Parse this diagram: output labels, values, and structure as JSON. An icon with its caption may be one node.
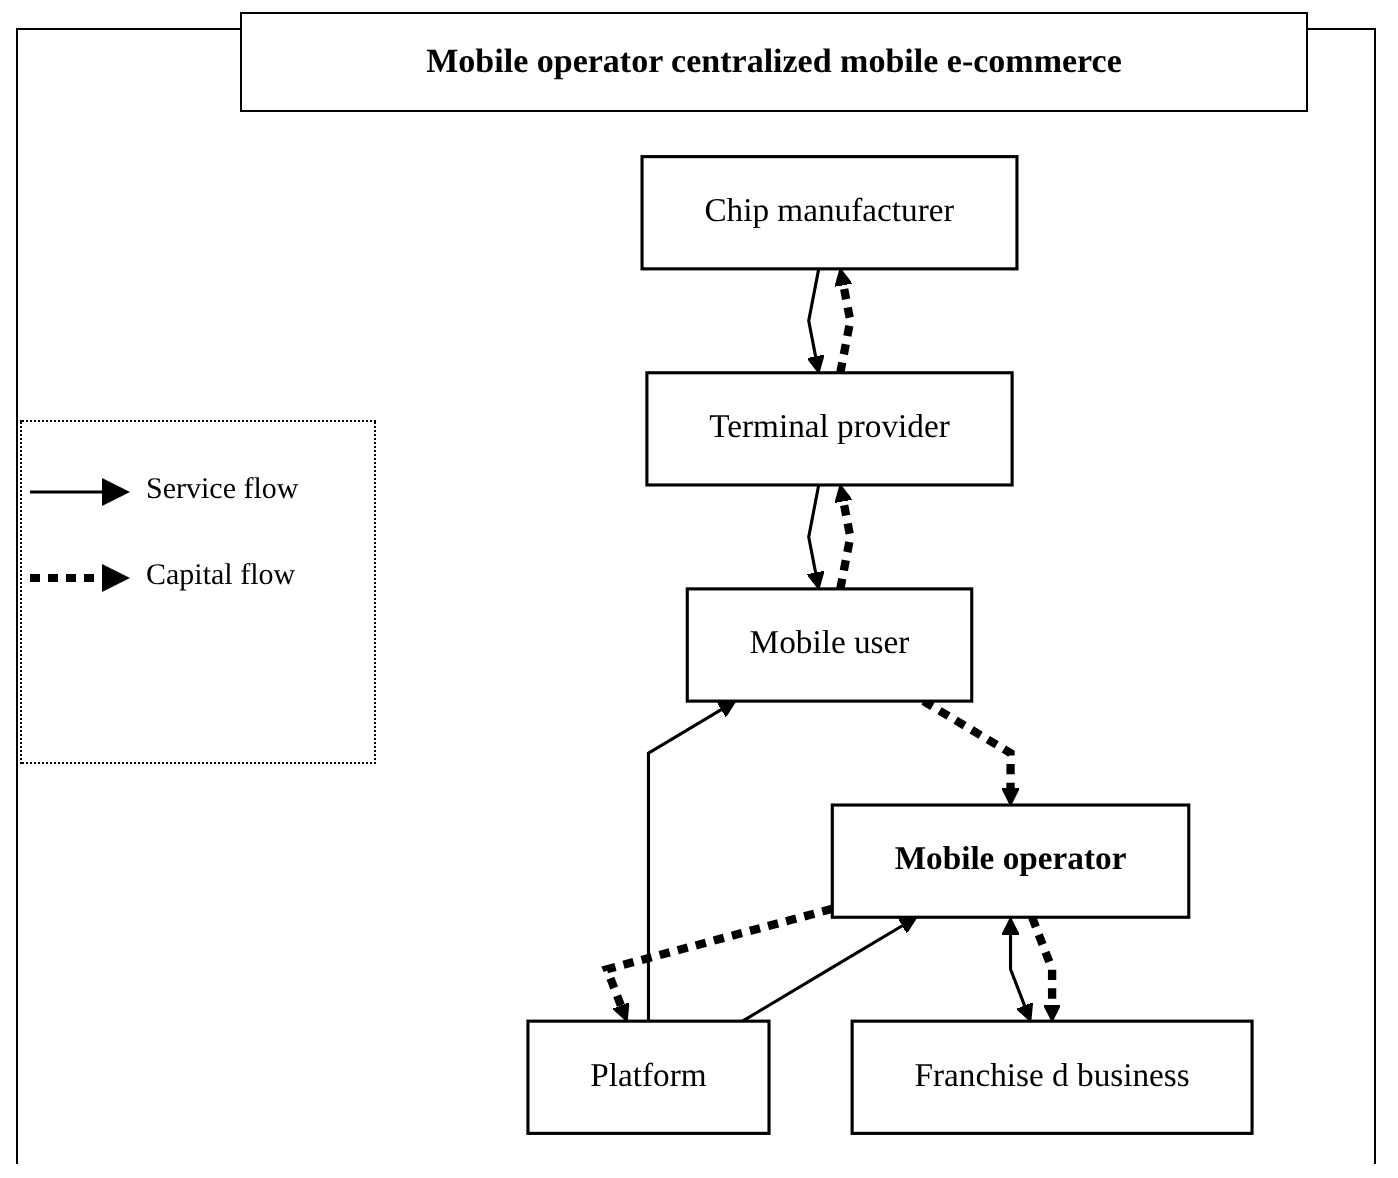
{
  "diagram": {
    "title": "Mobile operator centralized mobile e-commerce",
    "nodes": [
      {
        "text": [
          "Chip manufacturer"
        ]
      },
      {
        "text": [
          "Terminal provider"
        ]
      },
      {
        "text": [
          "Mobile user"
        ]
      },
      {
        "text": [
          "Platform"
        ]
      },
      {
        "text": [
          "Mobile operator"
        ]
      },
      {
        "text": [
          "Franchise d business"
        ]
      }
    ],
    "edges": [
      {
        "from": 1,
        "to": 0,
        "arrow": "to",
        "style": "dashed"
      },
      {
        "from": 0,
        "to": 1,
        "arrow": "to"
      },
      {
        "from": 1,
        "to": 2,
        "arrow": "to"
      },
      {
        "from": 2,
        "to": 1,
        "arrow": "to",
        "style": "dashed"
      },
      {
        "from": 2,
        "to": 4,
        "arrow": "to",
        "style": "dashed"
      },
      {
        "from": 3,
        "to": 2,
        "arrow": "to"
      },
      {
        "from": 3,
        "to": 4,
        "arrow": "to"
      },
      {
        "from": 4,
        "to": 3,
        "arrow": "to",
        "style": "dashed"
      },
      {
        "from": 4,
        "to": 5,
        "arrow": "both"
      },
      {
        "from": 4,
        "to": 5,
        "arrow": "to",
        "style": "dashed"
      }
    ],
    "legend": [
      {
        "text": "Service flow"
      },
      {
        "text": "Capital flow"
      }
    ]
  }
}
